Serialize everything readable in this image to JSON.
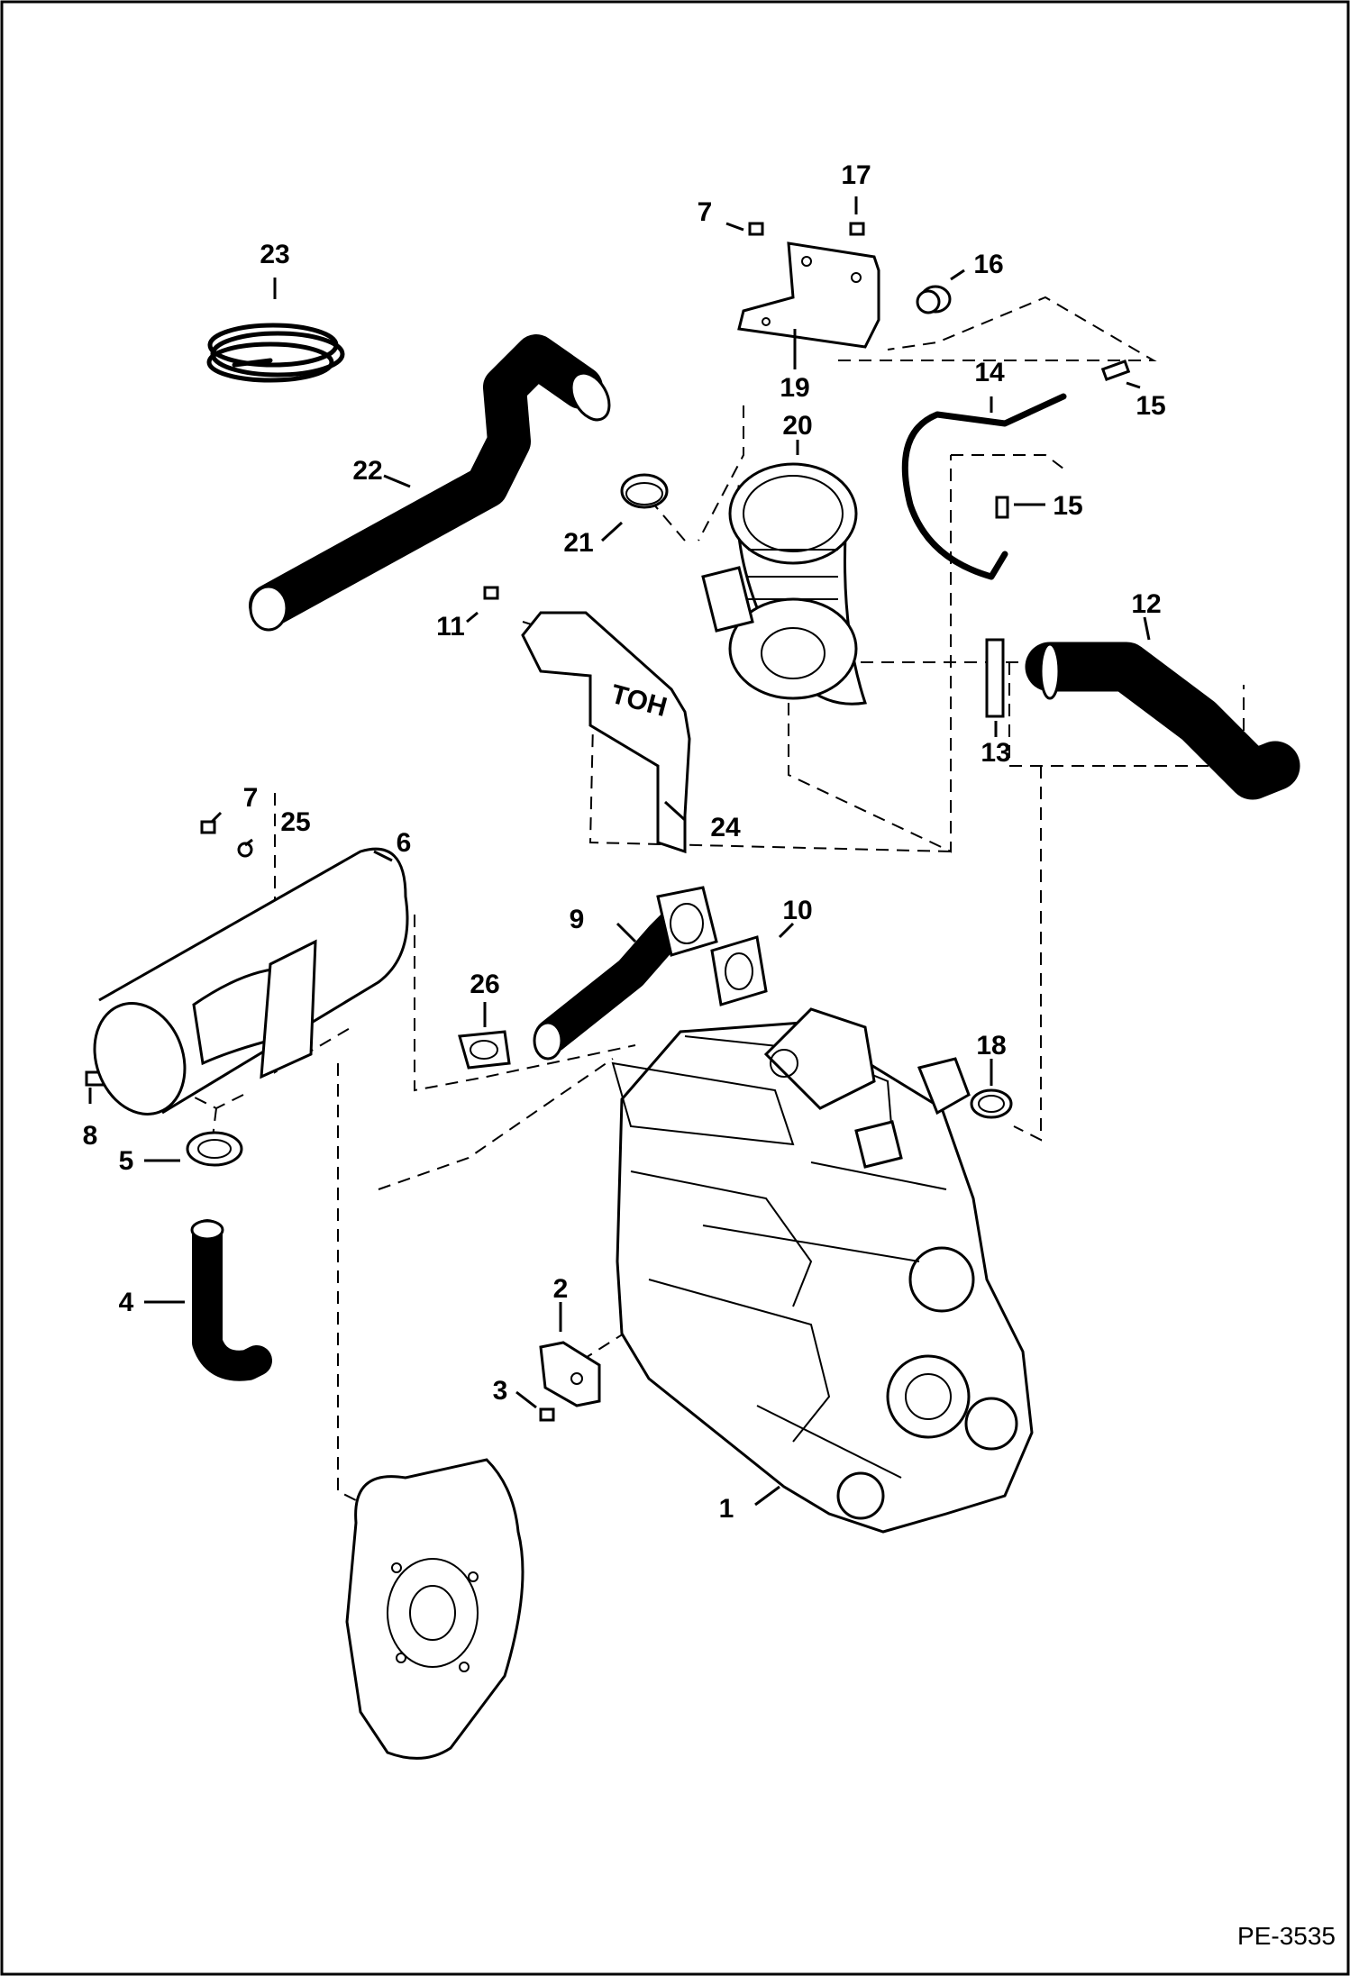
{
  "callouts": [
    "1",
    "2",
    "3",
    "4",
    "5",
    "6",
    "7",
    "7",
    "8",
    "9",
    "10",
    "11",
    "12",
    "13",
    "14",
    "15",
    "15",
    "16",
    "17",
    "18",
    "19",
    "20",
    "21",
    "22",
    "23",
    "24",
    "25",
    "26"
  ],
  "drawing_code": "PE-3535",
  "cover_marking": "TOH"
}
